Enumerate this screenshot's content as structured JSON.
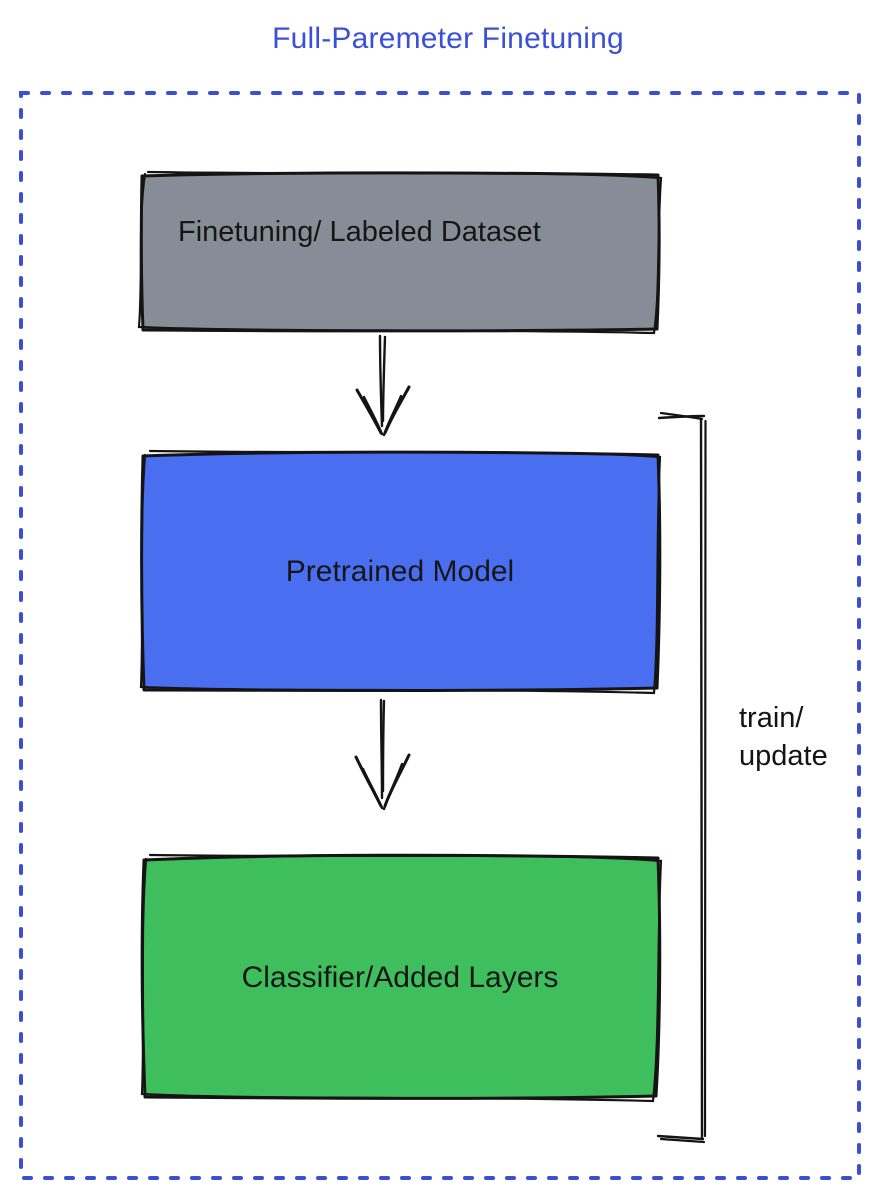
{
  "title": "Full-Paremeter Finetuning",
  "boxes": {
    "dataset": {
      "label": "Finetuning/ Labeled Dataset",
      "fill": "#868D96"
    },
    "pretrained": {
      "label": "Pretrained Model",
      "fill": "#4A6EF0"
    },
    "classifier": {
      "label": "Classifier/Added Layers",
      "fill": "#3EBE5C"
    }
  },
  "bracket": {
    "line1": "train/",
    "line2": "update"
  },
  "colors": {
    "title_text": "#3A50D9",
    "dotted_border": "#3B4FD4",
    "box_outline": "#141414",
    "label_text": "#161616",
    "arrow_stroke": "#141414"
  }
}
